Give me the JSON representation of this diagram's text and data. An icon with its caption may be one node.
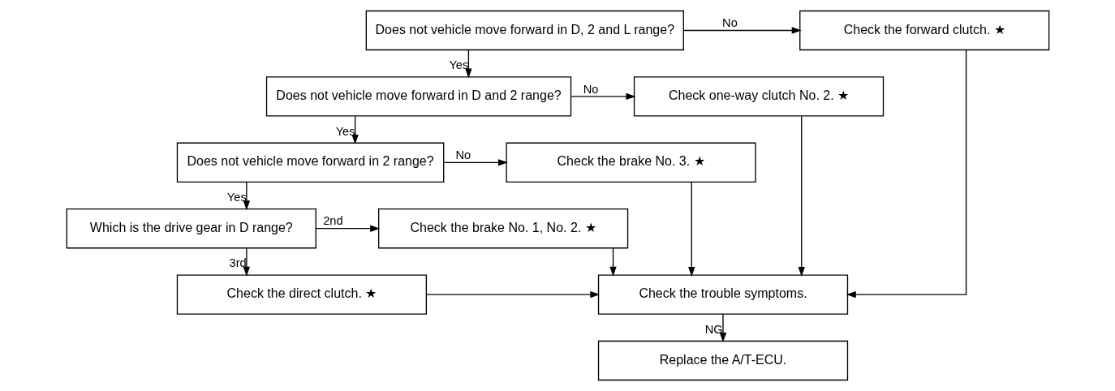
{
  "diagram": {
    "nodes": [
      {
        "text": [
          "Does not vehicle move forward in D, 2 and L range?"
        ]
      },
      {
        "text": [
          "Check the forward clutch. ★"
        ]
      },
      {
        "text": [
          "Does not vehicle move forward in D and 2 range?"
        ]
      },
      {
        "text": [
          "Check one-way clutch No. 2. ★"
        ]
      },
      {
        "text": [
          "Does not vehicle move forward in 2 range?"
        ]
      },
      {
        "text": [
          "Check the brake No. 3. ★"
        ]
      },
      {
        "text": [
          "Which is the drive gear in D range?"
        ]
      },
      {
        "text": [
          "Check the brake No. 1, No. 2. ★"
        ]
      },
      {
        "text": [
          "Check the direct clutch. ★"
        ]
      },
      {
        "text": [
          "Check the trouble symptoms."
        ]
      },
      {
        "text": [
          "Replace the A/T-ECU."
        ]
      }
    ],
    "edges": [
      {
        "from": 0,
        "to": 1,
        "arrow": "to",
        "label": "No"
      },
      {
        "from": 0,
        "to": 2,
        "arrow": "to",
        "label": "Yes"
      },
      {
        "from": 2,
        "to": 3,
        "arrow": "to",
        "label": "No"
      },
      {
        "from": 2,
        "to": 4,
        "arrow": "to",
        "label": "Yes"
      },
      {
        "from": 4,
        "to": 5,
        "arrow": "to",
        "label": "No"
      },
      {
        "from": 4,
        "to": 6,
        "arrow": "to",
        "label": "Yes"
      },
      {
        "from": 6,
        "to": 7,
        "arrow": "to",
        "label": "2nd"
      },
      {
        "from": 6,
        "to": 8,
        "arrow": "to",
        "label": "3rd"
      },
      {
        "from": 1,
        "to": 9,
        "arrow": "to"
      },
      {
        "from": 3,
        "to": 9,
        "arrow": "to"
      },
      {
        "from": 5,
        "to": 9,
        "arrow": "to"
      },
      {
        "from": 7,
        "to": 9,
        "arrow": "to"
      },
      {
        "from": 8,
        "to": 9,
        "arrow": "to"
      },
      {
        "from": 9,
        "to": 10,
        "arrow": "to",
        "label": "NG"
      }
    ]
  }
}
